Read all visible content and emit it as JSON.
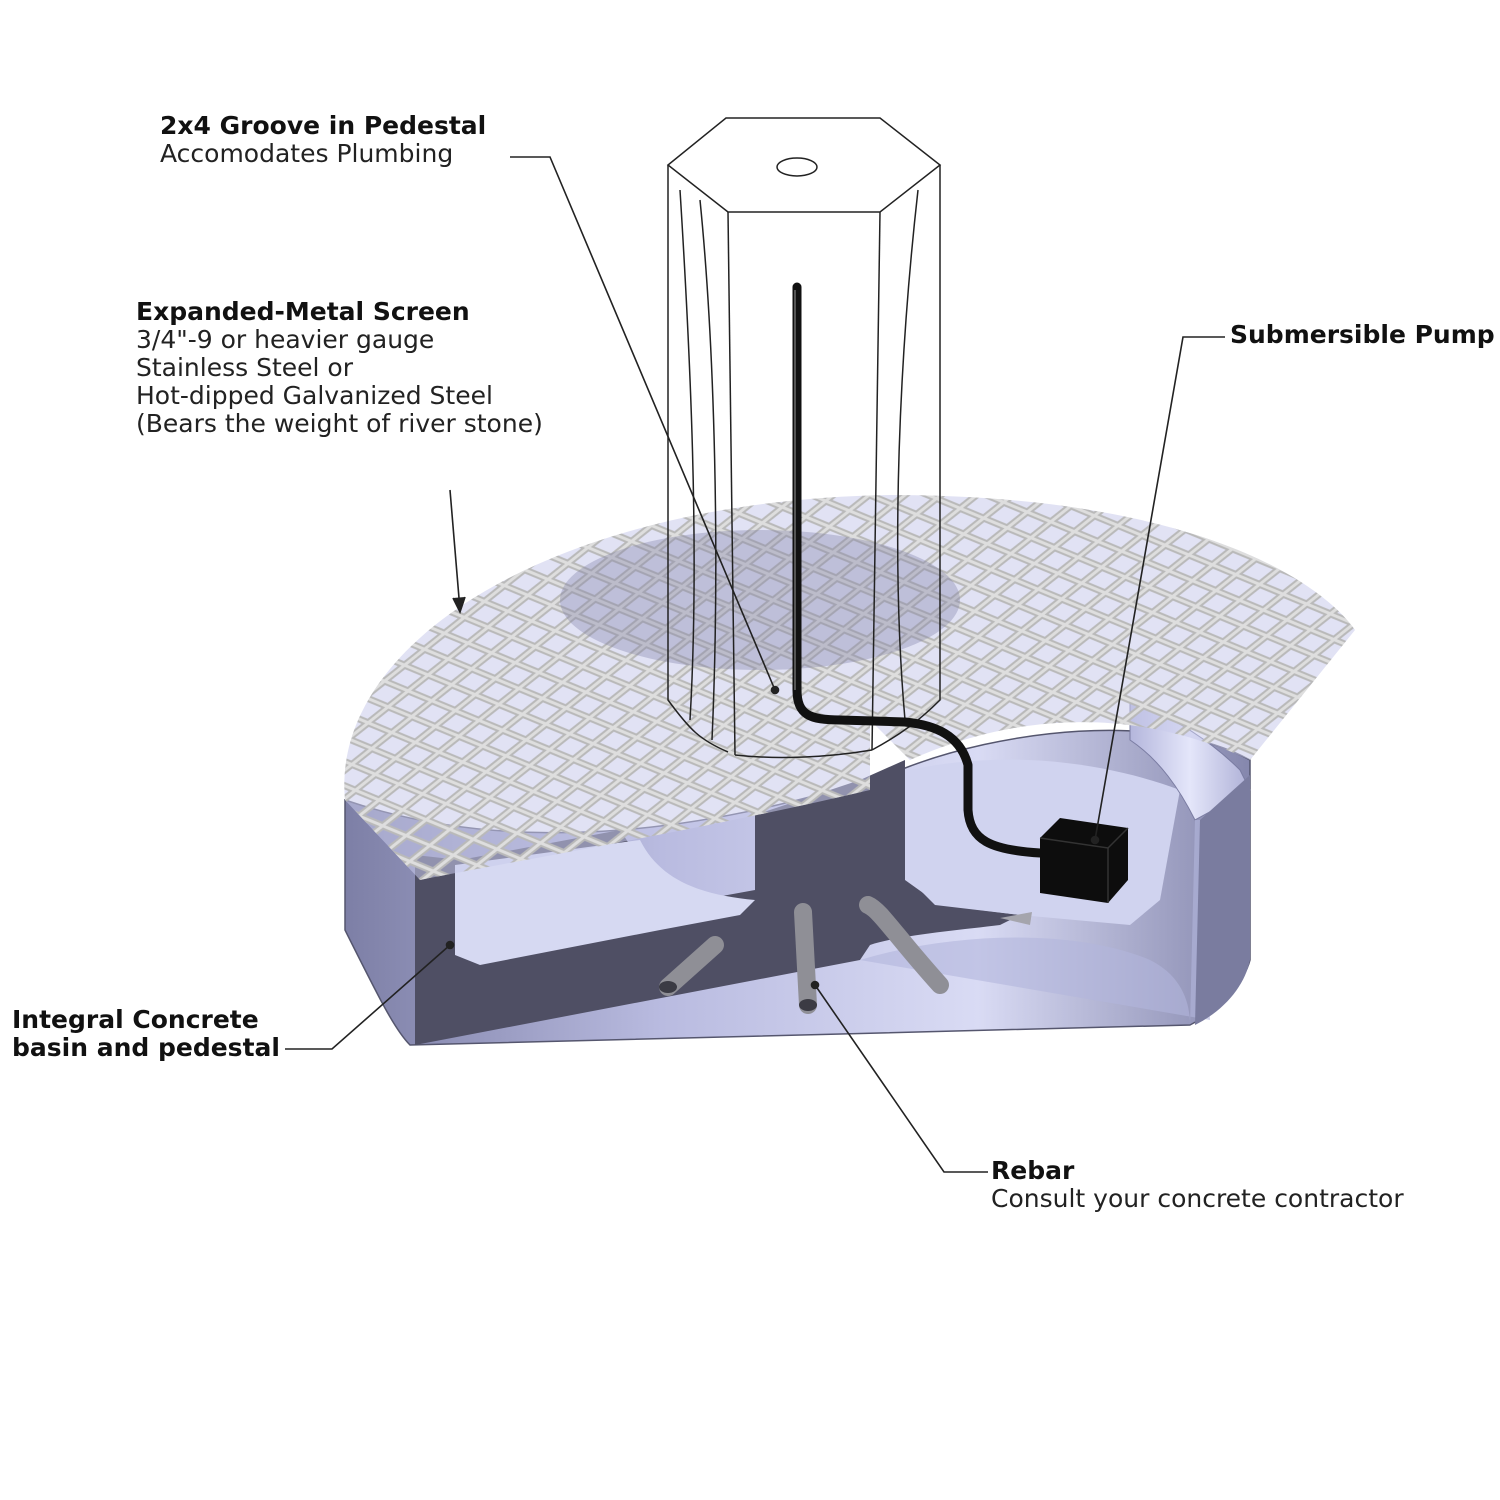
{
  "callouts": {
    "groove": {
      "title": "2x4 Groove in Pedestal",
      "lines": [
        "Accomodates Plumbing"
      ]
    },
    "screen": {
      "title": "Expanded-Metal Screen",
      "lines": [
        "3/4\"-9 or heavier gauge",
        "Stainless Steel or",
        "Hot-dipped Galvanized Steel",
        "(Bears the weight of river stone)"
      ]
    },
    "pump": {
      "title": "Submersible Pump",
      "lines": []
    },
    "basin": {
      "title": "Integral Concrete",
      "lines": [
        "basin and pedestal"
      ]
    },
    "rebar": {
      "title": "Rebar",
      "lines": [
        "Consult your concrete contractor"
      ]
    }
  },
  "colors": {
    "concrete_light": "#d6d9f2",
    "concrete_mid": "#9a9cc4",
    "concrete_dark": "#4d4d63",
    "mesh": "#c4c4c4",
    "pump": "#0d0d0d",
    "leader": "#222222"
  }
}
